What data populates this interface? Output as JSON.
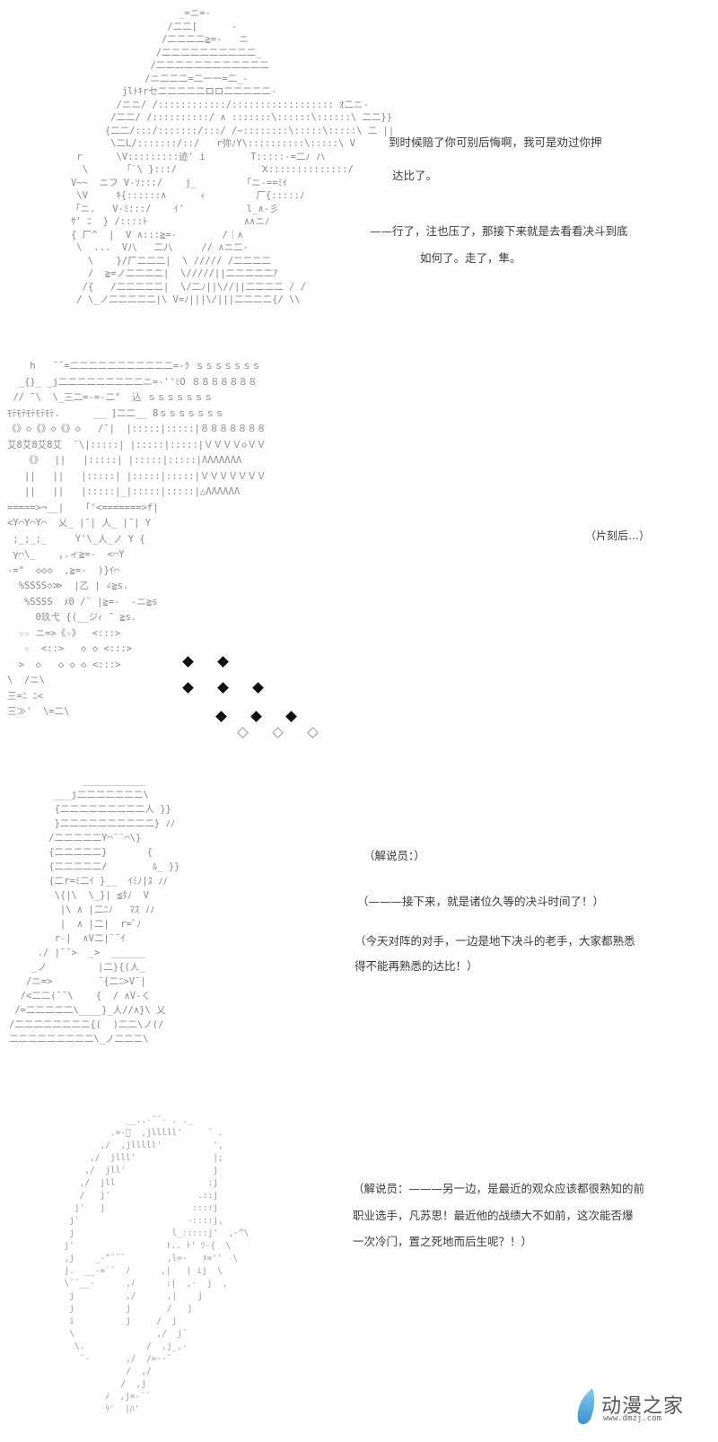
{
  "page": {
    "background": "#ffffff",
    "type": "ascii-art manga page"
  },
  "panels": [
    {
      "id": "panel-1",
      "art_label": "hooded-character-ascii-art",
      "captions": [
        "到时候赔了你可别后悔啊，我可是劝过你押",
        "达比了。",
        "——行了，注也压了，那接下来就是去看看决斗到底",
        "如何了。走了，隼。"
      ]
    },
    {
      "id": "panel-2",
      "art_label": "arena-crowd-ascii-art",
      "captions": [
        "（片刻后…）"
      ]
    },
    {
      "id": "panel-3",
      "art_label": "announcer-ascii-art",
      "captions": [
        "（解说员：）",
        "（———接下来，就是诸位久等的决斗时间了！）",
        "（今天对阵的对手，一边是地下决斗的老手，大家都熟悉",
        "得不能再熟悉的达比！）"
      ]
    },
    {
      "id": "panel-4",
      "art_label": "fighter-outline-ascii-art",
      "captions": [
        "（解说员：———另一边，是最近的观众应该都很熟知的前",
        "职业选手，凡苏思！最近他的战绩大不如前，这次能否爆",
        "一次冷门，置之死地而后生呢？！）"
      ]
    }
  ],
  "watermark": {
    "name": "动漫之家",
    "url": "www.dmzj.com",
    "accent": "#4aa6d8"
  },
  "aa": {
    "p1": "                      _=ニ=-\n                    /二二[      -\n                   /二二二二≧=-   ニ\n                  /二二二二二二二二二二_\n                 /二二二二二二二二二二二二\n                /ニ二二二=二一一=二_-\n            jlﾄｷrセ二二二二二ロロ二二二二二-\n           /ニニ/ /::::::::::::/:::::::::::::::::: ｵ二ニ-\n          /二二/ /::::::::::/ ∧ :::::::\\::::::\\::::::\\ 二二}}\n         {二二/:::/:::::::/:::/ /~::::::::\\:::::\\:::::\\ 二 ||\n          \\二L/:::::::/::/   r弥ﾉY\\::::::::::\\:::::\\ V\n    r      \\V:::::::::迹' i        T:::::-=二ﾉ ハ\n     \\      「`\\ }:::/               Ⅹ::::::::::::::/\n   V~~  ニフ V-ｿ:::/    j_        「ニ-==ﾐｲ\n    \\V     ｷ{::::::∧      ｨ         厂{:::::ﾉ\n   「ニ.   V-ﾐ:::/    ｲ'           l_∧-彡\n   ｻ' ﾆ  } /::::ﾄ                 ∧∧ニﾉ\n   { 厂^  |  V ∧:::≧=-        /｜∧\n    \\  ...  V八   二八     // ∧ニ二-\n      \\    }/厂二二二|  \\ ///// /二二二二\n      /  ≧=ノ二二二二|  \\/////||二二二二二ｱ\n     /{   /二二二二二|  \\/二ﾉ||\\//||二二二二 / /\n    / \\_ノ二二二二二|\\ V=ﾉ|||\\/|||二二二二{/ \\\\",
    "p2": "    h   ¯¯=二二二二二二二二二二二=-ｸ ｓｓｓｓｓｓｓ\n  _{}_ _j二二二二二二二二二ニ=-''ﾐO ８８８８８８８\n // ¯\\  \\_三二=-=-二\"  込 ｓｓｓｓｓｓｓ\nﾓﾃﾓﾃﾓﾃﾓﾃﾓﾃ.      __ ]二二__ 8ｓｓｓｓｓｓｓ\n《》◇《》◇《》◇   /¯|  |:::::|:::::|８８８８８８８\n艾8艾8艾8艾  ¯\\|:::::| |:::::|:::::|ＶＶＶＶ◇ＶＶ\n   《》  ||   |:::::| |:::::|:::::|ΛΛΛΛΛΛΛ\n   ||   ||   |:::::| |:::::|:::::|ＶＶＶＶＶＶＶ\n   ||   ||   |:::::|_|:::::|:::::|△ΛΛΛΛΛΛ\n=====>¬__|   「'<=======>f|\n<Y⌒Y⌒Y⌒  乂_ |¯| 人_ |¯| Y\n ;_;_;_     Y'\\_人_ノ Y {\n γ⌒\\_    ,.ィ≧=-  <⌒Y\n-=\"  ◇◇◇  ,≧=-  )}ｲ⌒\n  %SSSS◇≫  |乙 | ∠≧s.\n   %SSSS  ﾒ0 /¨ |≧=-  -ニ≧s\n     0玖弋 {(__ジｨ ¯ ≧s.\n  ☆☆ ニ=>《☆》  <:::>\n   ☆  <::>   ◇ ◇ <:::>\n  >  ◇   ◇ ◇ ◇ <:::>\n\\  /ニ\\\n三=ﾆ ﾆ<\n三≫'  \\=二\\",
    "p3": "             ___________\n        ___j二二二二二二二\\\n        {二二二二二二二二二人 }}\n        }二二二二二二二二二二} ﾉﾉ\n       /二二二二二Y⌒¨¨⌒\\}\n       {二二二二二}       {\n       {二二二二二/        ﾙ_ }}\n       {二r=ﾐ二ｲ }__  ｲﾐﾉ|ｽ ﾉﾉ\n        \\{|\\  \\_}| ≦ﾀﾉ  V\n         |\\ ∧ |二ﾆﾉ   ﾏｽ ﾉﾉ\n         |  ∧ |二|  r=ﾞﾉ\n        r-|  ∧V二|¨¨ｲ\n     ./ |¯¯>  _>  ______\n    _ノ         |二}{(人_\n   /ニ=>        ¯{二ﾆ>V¯|\n  /<二二(¯¯\\    {  / ∧V-く\n /=二二二二二\\____}_人//∧}\\ 乂\n/二二二二二二二二{(  )二二\\ノ(/\n二二二二二二二二二\\_ノ二二二\\",
    "p4": "              __..-¨¨- . ._\n           .=-ﾞ  ,jlllll'     ¨ .\n         ,/  ,jlllll'          ',\n       ,/  jlll'               |;\n      ,/  jll'                 j\n     ,/  jll                  :j\n     /   j'                 .::j\n    j'   j                 ::::j\n   j'                     -::::j,\n   j                   l_:::::j'  ,-^\\\n  j'                  ﾄ.. ﾄ' ﾂ-{  \\\n  ,j    _-^¨¨¨        ,l=-   ﾒ=''  \\\n  j.  __-=¨¨  ﾉ      ,|   | ij  \\\n  \\¨¨__-      ,ﾉ      :|  ,-  j  ,\n   j          ,/      ,|    j\n   j          j       /   j\n   i          j     /  j\n   \\                ,/  j¨\n    \\.            /  ,j_,-\n     ¨-       ,/  /=--¨\n              /  ,/\n             /  ,j\n          ﾉ  ,j=-¨¨\n          ﾘ'  |ﾊ'"
  }
}
